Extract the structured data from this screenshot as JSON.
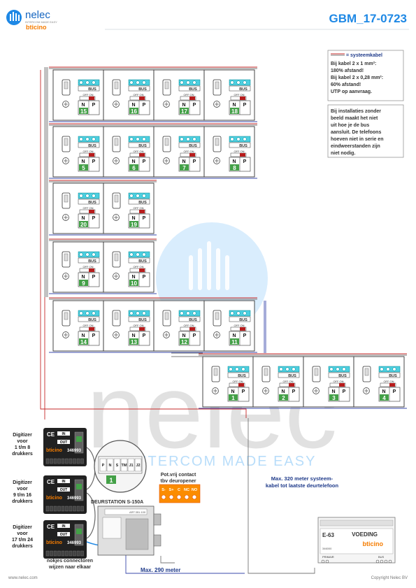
{
  "header": {
    "brand_name": "nelec",
    "brand_tag": "INTERCOM MADE EASY",
    "partner": "bticino",
    "doc_code": "GBM_17-0723"
  },
  "legend": {
    "line1": "= systeemkabel",
    "line2": "Bij kabel 2 x 1 mm²:",
    "line3": "180% afstand!",
    "line4": "Bij kabel 2 x 0,28 mm²:",
    "line5": "60% afstand!",
    "line6": "UTP op aanvraag."
  },
  "note": {
    "l1": "Bij installaties zonder",
    "l2": "beeld maakt het niet",
    "l3": "uit hoe je de bus",
    "l4": "aansluit. De telefoons",
    "l5": "hoeven niet in serie en",
    "l6": "eindweerstanden zijn",
    "l7": "niet nodig."
  },
  "phone_labels": {
    "bus": "BUS",
    "switch": "OFF ON",
    "n": "N",
    "p": "P"
  },
  "phones": {
    "r1": [
      "15",
      "16",
      "17",
      "18"
    ],
    "r2": [
      "5",
      "6",
      "7",
      "8"
    ],
    "r3": [
      "20",
      "19"
    ],
    "r4": [
      "9",
      "10"
    ],
    "r5": [
      "14",
      "13",
      "12",
      "11"
    ],
    "r6": [
      "1",
      "2",
      "3",
      "4"
    ]
  },
  "digitizers": [
    {
      "label1": "Digitizer",
      "label2": "voor",
      "label3": "1 t/m 8",
      "label4": "drukkers",
      "model": "346993"
    },
    {
      "label1": "Digitizer",
      "label2": "voor",
      "label3": "9 t/m 16",
      "label4": "drukkers",
      "model": "346993"
    },
    {
      "label1": "Digitizer",
      "label2": "voor",
      "label3": "17 t/m 24",
      "label4": "drukkers",
      "model": "346993"
    }
  ],
  "digitizer_marks": {
    "ce": "CE",
    "in": "IN",
    "out": "OUT",
    "brand": "bticino"
  },
  "connector_note": {
    "l1": "nokjes connectoren",
    "l2": "wijzen naar elkaar"
  },
  "zoom_terminals": [
    "P",
    "N",
    "S",
    "TM",
    "J1",
    "J2"
  ],
  "zoom_num": "1",
  "doorstation": {
    "label": "DEURSTATION S-150A",
    "model": "ART.351.100"
  },
  "relay": {
    "title1": "Pot.vrij contact",
    "title2": "tbv deuropener",
    "terms": [
      "S-",
      "S+",
      "C",
      "NC",
      "NO"
    ]
  },
  "power": {
    "model": "E-63",
    "title": "VOEDING",
    "brand": "bticino",
    "code": "346000",
    "primair": "PRIMAIR",
    "bus": "BUS"
  },
  "distances": {
    "max290": "Max. 290 meter",
    "max320_l1": "Max. 320 meter systeem-",
    "max320_l2": "kabel tot laatste deurtelefoon"
  },
  "footer": {
    "website": "www.nelec.com",
    "copyright": "Copyright Nelec BV"
  },
  "watermark": {
    "word": "nelec",
    "tagline": "INTERCOM MADE EASY"
  },
  "colors": {
    "blue": "#1e88e5",
    "green": "#43a047",
    "orange": "#f57c00",
    "cable_red": "#c62828",
    "cable_blue": "#3949ab",
    "cable_gray": "#777777"
  }
}
